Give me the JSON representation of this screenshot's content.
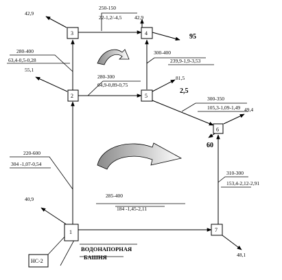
{
  "nodes": [
    {
      "id": "n1",
      "label": "1"
    },
    {
      "id": "n2",
      "label": "2"
    },
    {
      "id": "n3",
      "label": "3"
    },
    {
      "id": "n4",
      "label": "4"
    },
    {
      "id": "n5",
      "label": "5"
    },
    {
      "id": "n6",
      "label": "6"
    },
    {
      "id": "n7",
      "label": "7"
    },
    {
      "id": "ns2",
      "label": "НС-2"
    }
  ],
  "tower_label": [
    "ВОДОНАПОРНАЯ",
    "БАШНЯ"
  ],
  "demands": {
    "n1": "40,9",
    "n2": "55,1",
    "n3": "42,9",
    "n4_out": "42,9",
    "n4_big": "95",
    "n5": "81,5",
    "n5_big": "2,5",
    "n6": "49,4",
    "n6_big": "60",
    "n7": "48,1"
  },
  "pipes": {
    "p3_4": {
      "top": "250-150",
      "bottom": "22-1,2/-4,5"
    },
    "p2_3": {
      "top": "280-400",
      "bottom": "63,4-0,5-0,28"
    },
    "p2_5": {
      "top": "280-300",
      "bottom": "64,9-0,89-0,75"
    },
    "p4_5": {
      "top": "300-400",
      "bottom": "239,9-1,9-3,53"
    },
    "p5_6": {
      "top": "300-350",
      "bottom": "105,3-1,09-1,49"
    },
    "p1_2": {
      "top": "220-600",
      "bottom": "304 -1,07-0,54"
    },
    "p1_7": {
      "top": "285-400",
      "bottom": "184 -1,45-2,11"
    },
    "p6_7": {
      "top": "310-300",
      "bottom": "153,4-2,12-2,91"
    }
  }
}
